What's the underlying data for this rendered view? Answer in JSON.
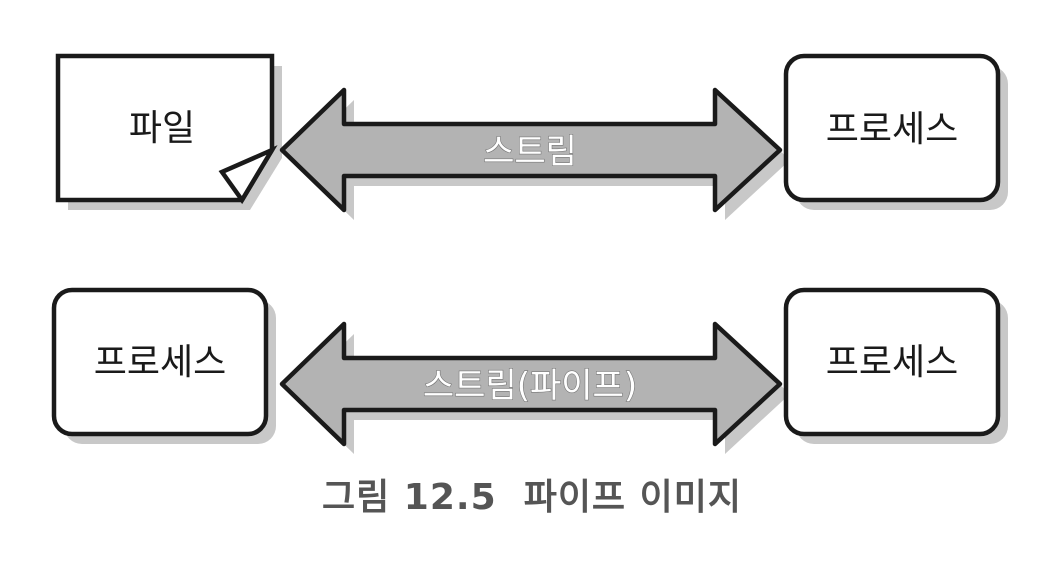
{
  "diagram": {
    "top_left_label": "파일",
    "top_right_label": "프로세스",
    "top_arrow_label": "스트림",
    "bottom_left_label": "프로세스",
    "bottom_right_label": "프로세스",
    "bottom_arrow_label": "스트림(파이프)"
  },
  "caption": "그림 12.5  파이프 이미지",
  "colors": {
    "stroke": "#1a1a1a",
    "arrow_fill": "#b3b3b3",
    "shadow": "#c8c8c8",
    "caption_text": "#555555"
  }
}
